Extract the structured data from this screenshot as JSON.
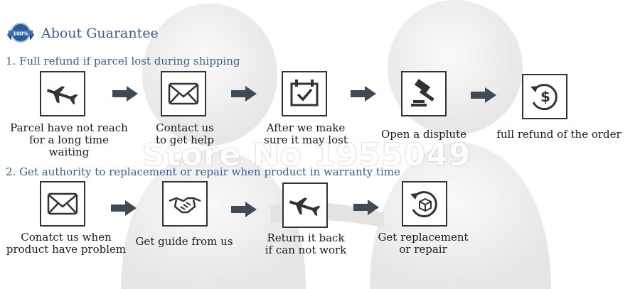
{
  "title": "About Guarantee",
  "badge_text": "100%",
  "watermark": "Store No 1955049",
  "colors": {
    "accent": "#3a5f8f",
    "arrow": "#3f4a55",
    "box_border": "#333333"
  },
  "section1": {
    "heading": "1. Full refund if parcel lost during shipping",
    "steps": [
      {
        "icon": "airplane-icon",
        "caption": "Parcel have not reach\nfor a long time waiting"
      },
      {
        "icon": "envelope-icon",
        "caption": "Contact us\nto get help"
      },
      {
        "icon": "calendar-check-icon",
        "caption": "After we make\nsure it may lost"
      },
      {
        "icon": "gavel-icon",
        "caption": "Open a displute"
      },
      {
        "icon": "dollar-refund-icon",
        "caption": "full refund of the order"
      }
    ]
  },
  "section2": {
    "heading": "2. Get authority to replacement or repair when product in warranty time",
    "steps": [
      {
        "icon": "envelope-icon",
        "caption": "Conatct us when\nproduct have problem"
      },
      {
        "icon": "handshake-icon",
        "caption": "Get guide from us"
      },
      {
        "icon": "airplane-icon",
        "caption": "Return it back\nif can not work"
      },
      {
        "icon": "replace-box-icon",
        "caption": "Get replacement\nor repair"
      }
    ]
  }
}
